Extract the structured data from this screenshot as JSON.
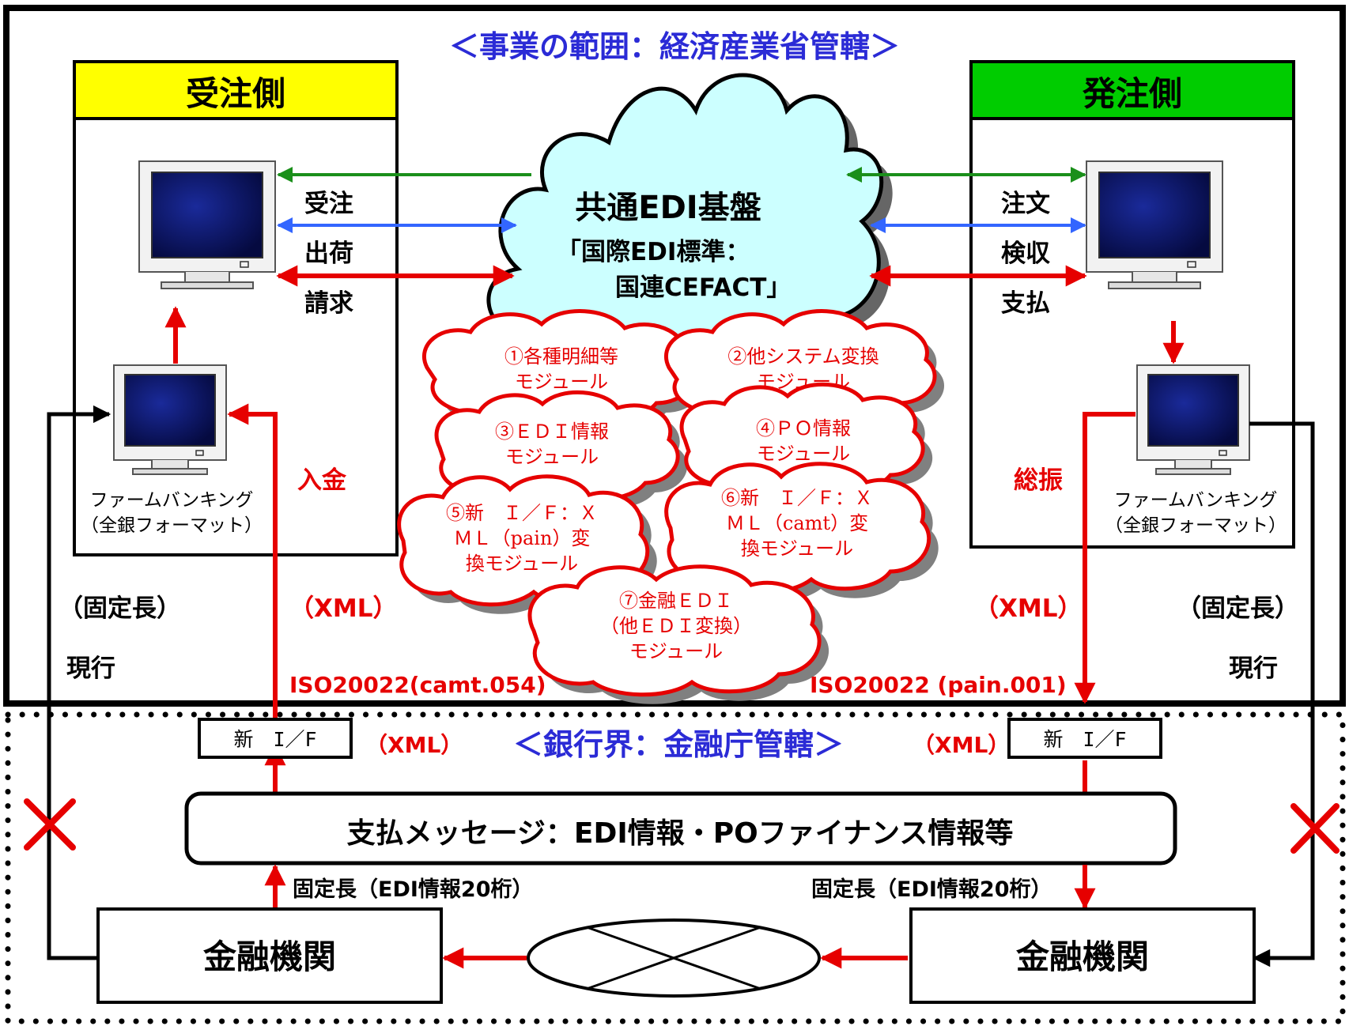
{
  "title_top": "＜事業の範囲：経済産業省管轄＞",
  "title_bank": "＜銀行界：金融庁管轄＞",
  "left_panel": {
    "header": "受注側",
    "firm_banking_line1": "ファームバンキング",
    "firm_banking_line2": "（全銀フォーマット）",
    "messages": [
      "受注",
      "出荷",
      "請求"
    ],
    "payment_label": "入金"
  },
  "right_panel": {
    "header": "発注側",
    "firm_banking_line1": "ファームバンキング",
    "firm_banking_line2": "（全銀フォーマット）",
    "messages": [
      "注文",
      "検収",
      "支払"
    ],
    "payment_label": "総振"
  },
  "cloud": {
    "title": "共通EDI基盤",
    "subtitle_line1": "「国際EDI標準：",
    "subtitle_line2": "国連CEFACT」"
  },
  "modules": [
    {
      "line1": "①各種明細等",
      "line2": "モジュール",
      "line3": ""
    },
    {
      "line1": "②他システム変換",
      "line2": "モジュール",
      "line3": ""
    },
    {
      "line1": "③ＥＤＩ情報",
      "line2": "モジュール",
      "line3": ""
    },
    {
      "line1": "④ＰＯ情報",
      "line2": "モジュール",
      "line3": ""
    },
    {
      "line1": "⑤新　Ｉ／Ｆ：Ｘ",
      "line2": "ＭＬ（pain）変",
      "line3": "換モジュール"
    },
    {
      "line1": "⑥新　Ｉ／Ｆ：Ｘ",
      "line2": "ＭＬ（camt）変",
      "line3": "換モジュール"
    },
    {
      "line1": "⑦金融ＥＤＩ",
      "line2": "（他ＥＤＩ変換）",
      "line3": "モジュール"
    }
  ],
  "format_labels": {
    "left_fixed": "（固定長）",
    "left_current": "現行",
    "left_xml": "（XML）",
    "right_xml": "（XML）",
    "right_fixed": "（固定長）",
    "right_current": "現行",
    "iso_left": "ISO20022(camt.054)",
    "iso_right": "ISO20022 (pain.001)",
    "if_xml_left": "（XML）",
    "if_xml_right": "（XML）"
  },
  "new_if_left": "新　I／F",
  "new_if_right": "新　I／F",
  "payment_message": "支払メッセージ：EDI情報・POファイナンス情報等",
  "fixed_length_left": "固定長（EDI情報20桁）",
  "fixed_length_right": "固定長（EDI情報20桁）",
  "bank_left": "金融機関",
  "bank_right": "金融機関",
  "colors": {
    "red": "#e60000",
    "blue": "#3366ff",
    "green": "#1a8f1a",
    "title_blue": "#2b2bd6",
    "yellow_header": "#ffff00",
    "green_header": "#00cc00",
    "cloud_fill": "#ccffff"
  }
}
